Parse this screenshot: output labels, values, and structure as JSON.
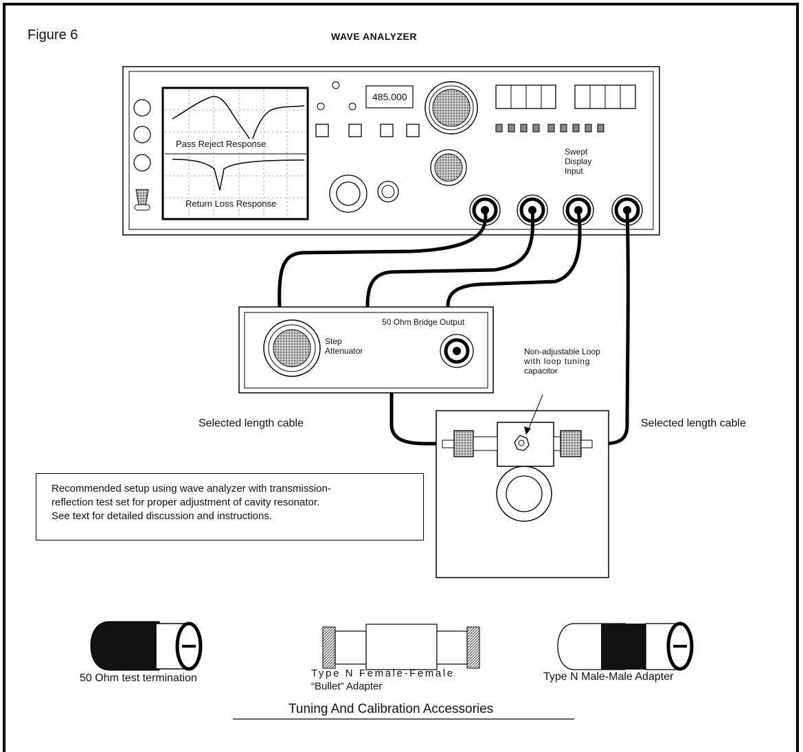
{
  "figure_label": "Figure 6",
  "title": "WAVE ANALYZER",
  "analyzer": {
    "frequency_display": "485.000",
    "scope": {
      "upper_trace_label": "Pass Reject Response",
      "lower_trace_label": "Return Loss Response"
    },
    "swept_display_input_lines": [
      "Swept",
      "Display",
      "Input"
    ]
  },
  "test_set": {
    "attenuator_lines": [
      "Step",
      "Attenuator"
    ],
    "bridge_output": "50 Ohm Bridge Output"
  },
  "cavity": {
    "loop_note_lines": [
      "Non-adjustable Loop",
      "with loop tuning",
      "capacitor"
    ]
  },
  "cable_left": "Selected length cable",
  "cable_right": "Selected length cable",
  "note_lines": [
    "Recommended setup using wave analyzer with transmission-",
    "reflection test set for proper adjustment of cavity resonator.",
    "See text for detailed discussion and instructions."
  ],
  "accessories": {
    "termination": "50 Ohm test termination",
    "bullet_lines": [
      "Type N Female-Female",
      "“Bullet” Adapter"
    ],
    "male_adapter": "Type N Male-Male Adapter",
    "heading": "Tuning And Calibration Accessories"
  }
}
